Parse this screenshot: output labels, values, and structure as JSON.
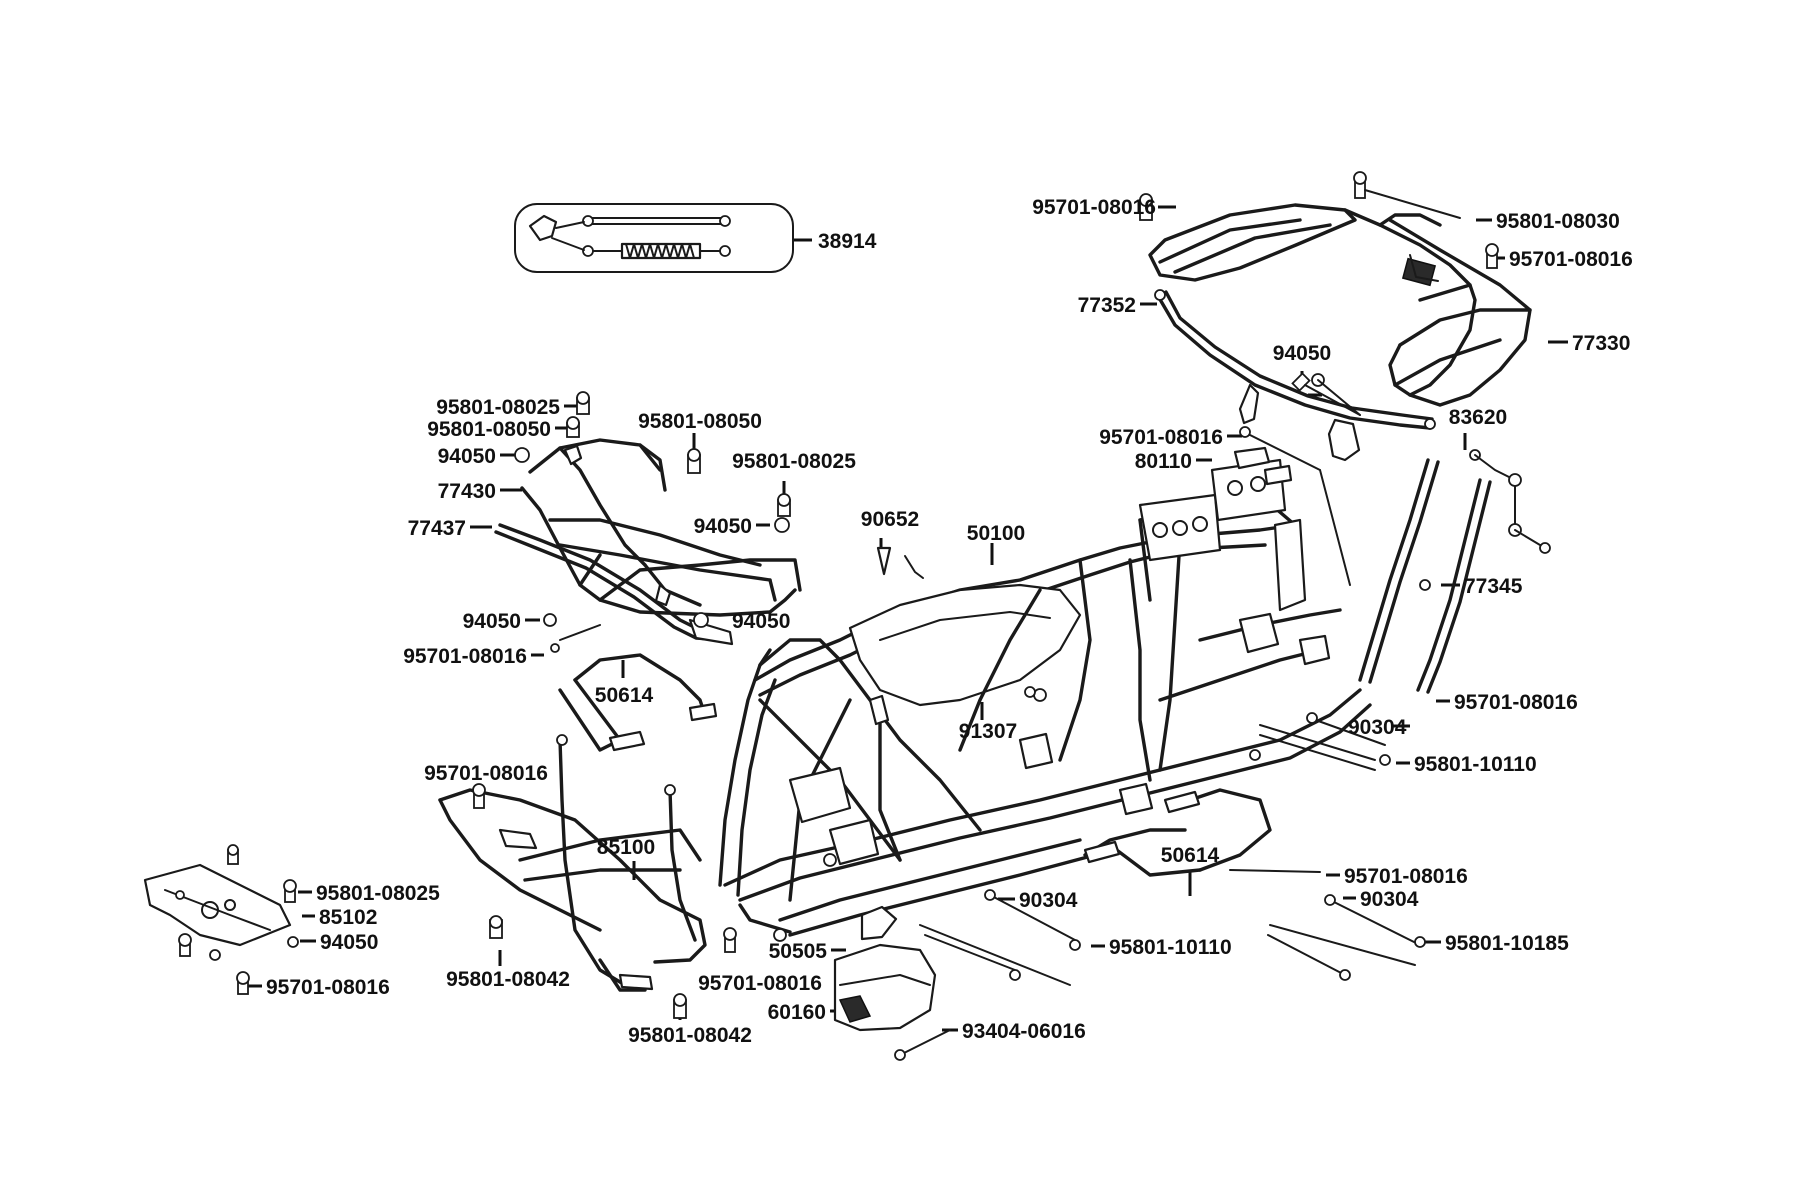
{
  "diagram": {
    "labels": [
      {
        "id": "lbl-38914",
        "text": "38914"
      },
      {
        "id": "lbl-95701-08016-a",
        "text": "95701-08016"
      },
      {
        "id": "lbl-95801-08030",
        "text": "95801-08030"
      },
      {
        "id": "lbl-95701-08016-b",
        "text": "95701-08016"
      },
      {
        "id": "lbl-77352",
        "text": "77352"
      },
      {
        "id": "lbl-77330",
        "text": "77330"
      },
      {
        "id": "lbl-94050-a",
        "text": "94050"
      },
      {
        "id": "lbl-83620",
        "text": "83620"
      },
      {
        "id": "lbl-95701-08016-c",
        "text": "95701-08016"
      },
      {
        "id": "lbl-80110",
        "text": "80110"
      },
      {
        "id": "lbl-77345",
        "text": "77345"
      },
      {
        "id": "lbl-95701-08016-d",
        "text": "95701-08016"
      },
      {
        "id": "lbl-90304-a",
        "text": "90304"
      },
      {
        "id": "lbl-95801-10110-a",
        "text": "95801-10110"
      },
      {
        "id": "lbl-95801-08025-a",
        "text": "95801-08025"
      },
      {
        "id": "lbl-95801-08050-a",
        "text": "95801-08050"
      },
      {
        "id": "lbl-94050-b",
        "text": "94050"
      },
      {
        "id": "lbl-77430",
        "text": "77430"
      },
      {
        "id": "lbl-77437",
        "text": "77437"
      },
      {
        "id": "lbl-95801-08050-b",
        "text": "95801-08050"
      },
      {
        "id": "lbl-95801-08025-b",
        "text": "95801-08025"
      },
      {
        "id": "lbl-94050-c",
        "text": "94050"
      },
      {
        "id": "lbl-90652",
        "text": "90652"
      },
      {
        "id": "lbl-50100",
        "text": "50100"
      },
      {
        "id": "lbl-94050-d",
        "text": "94050"
      },
      {
        "id": "lbl-94050-e",
        "text": "94050"
      },
      {
        "id": "lbl-95701-08016-e",
        "text": "95701-08016"
      },
      {
        "id": "lbl-50614-a",
        "text": "50614"
      },
      {
        "id": "lbl-91307",
        "text": "91307"
      },
      {
        "id": "lbl-95701-08016-f",
        "text": "95701-08016"
      },
      {
        "id": "lbl-85100",
        "text": "85100"
      },
      {
        "id": "lbl-95801-08025-c",
        "text": "95801-08025"
      },
      {
        "id": "lbl-85102",
        "text": "85102"
      },
      {
        "id": "lbl-94050-f",
        "text": "94050"
      },
      {
        "id": "lbl-95701-08016-g",
        "text": "95701-08016"
      },
      {
        "id": "lbl-95801-08042-a",
        "text": "95801-08042"
      },
      {
        "id": "lbl-95801-08042-b",
        "text": "95801-08042"
      },
      {
        "id": "lbl-95701-08016-h",
        "text": "95701-08016"
      },
      {
        "id": "lbl-50505",
        "text": "50505"
      },
      {
        "id": "lbl-60160",
        "text": "60160"
      },
      {
        "id": "lbl-93404-06016",
        "text": "93404-06016"
      },
      {
        "id": "lbl-90304-b",
        "text": "90304"
      },
      {
        "id": "lbl-95801-10110-b",
        "text": "95801-10110"
      },
      {
        "id": "lbl-50614-b",
        "text": "50614"
      },
      {
        "id": "lbl-95701-08016-i",
        "text": "95701-08016"
      },
      {
        "id": "lbl-90304-c",
        "text": "90304"
      },
      {
        "id": "lbl-95801-10185",
        "text": "95801-10185"
      }
    ]
  }
}
